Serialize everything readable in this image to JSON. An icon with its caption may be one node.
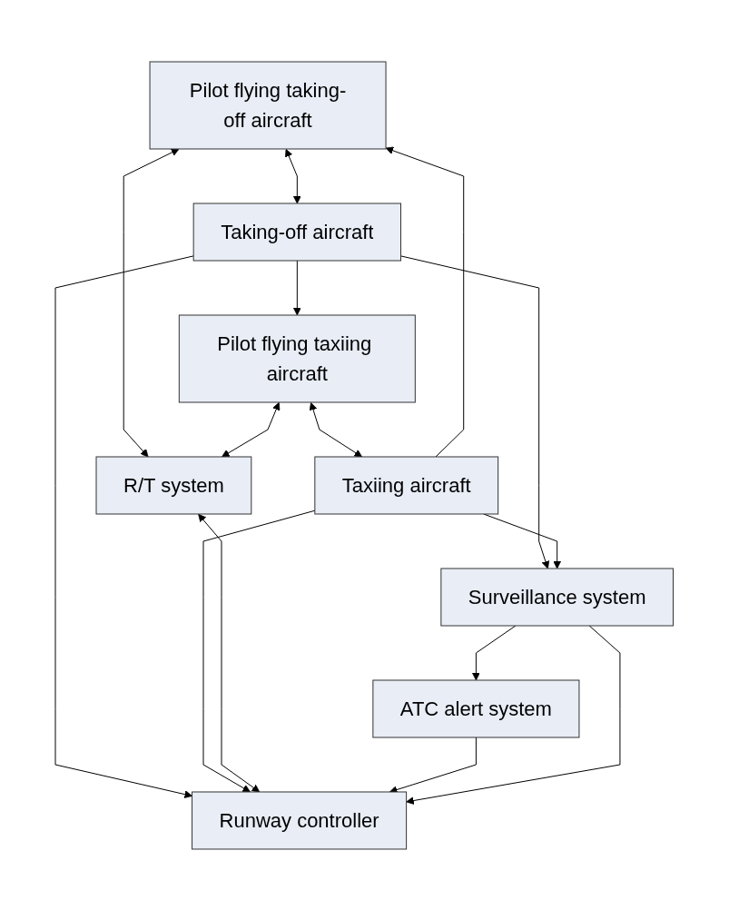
{
  "diagram": {
    "nodes": [
      {
        "text": [
          "Pilot flying taking-off aircraft"
        ]
      },
      {
        "text": [
          "Pilot flying taxiing aircraft"
        ]
      },
      {
        "text": [
          "Taking-off aircraft"
        ]
      },
      {
        "text": [
          "Taxiing aircraft"
        ]
      },
      {
        "text": [
          "R/T system"
        ]
      },
      {
        "text": [
          "Runway controller"
        ]
      },
      {
        "text": [
          "ATC alert system"
        ]
      },
      {
        "text": [
          "Surveillance system"
        ]
      }
    ],
    "edges": [
      {
        "from": 0,
        "to": 2,
        "arrow": "both"
      },
      {
        "from": 1,
        "to": 3,
        "arrow": "both"
      },
      {
        "from": 2,
        "to": 1,
        "arrow": "to"
      },
      {
        "from": 3,
        "to": 0,
        "arrow": "to"
      },
      {
        "from": 0,
        "to": 4,
        "arrow": "both"
      },
      {
        "from": 1,
        "to": 4,
        "arrow": "both"
      },
      {
        "from": 2,
        "to": 5,
        "arrow": "to"
      },
      {
        "from": 3,
        "to": 5,
        "arrow": "to"
      },
      {
        "from": 4,
        "to": 5,
        "arrow": "both"
      },
      {
        "from": 6,
        "to": 5,
        "arrow": "to"
      },
      {
        "from": 7,
        "to": 6,
        "arrow": "to"
      },
      {
        "from": 7,
        "to": 5,
        "arrow": "to"
      },
      {
        "from": 2,
        "to": 7,
        "arrow": "to"
      },
      {
        "from": 3,
        "to": 7,
        "arrow": "to"
      }
    ]
  }
}
